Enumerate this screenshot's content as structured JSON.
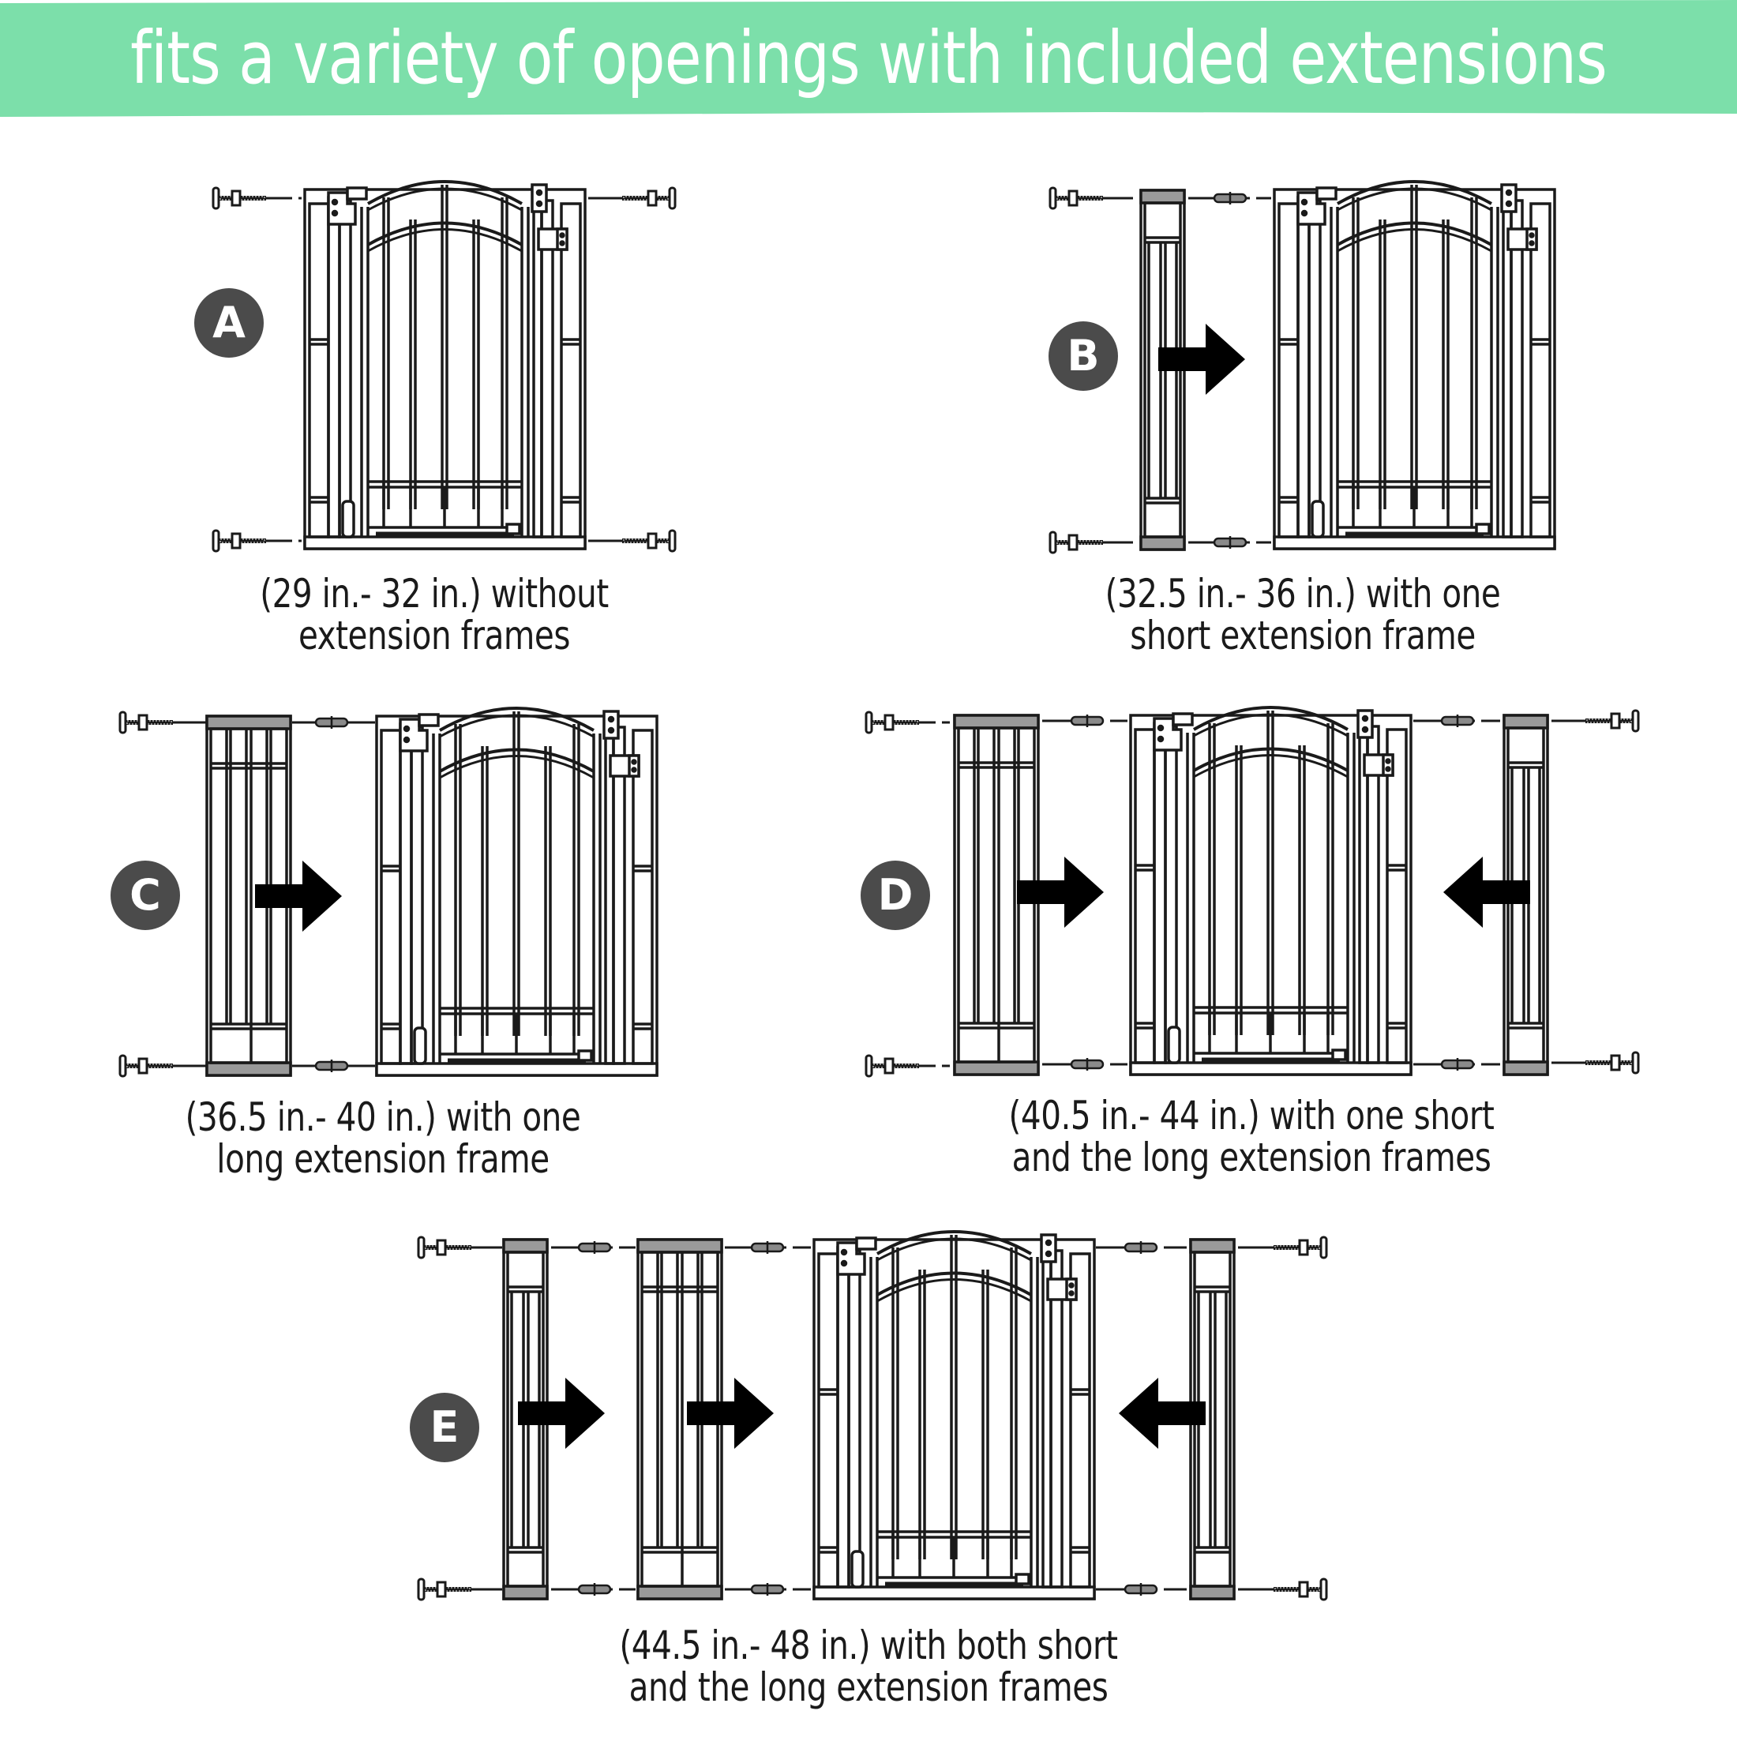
{
  "header": {
    "title": "fits a variety of openings with included extensions",
    "background_color": "#7CDFAA",
    "text_color": "#FFFFFF"
  },
  "configurations": [
    {
      "label": "A",
      "range": "(29 in.- 32 in.)",
      "caption_line1": "(29 in.- 32 in.) without",
      "caption_line2": "extension frames",
      "extensions": []
    },
    {
      "label": "B",
      "range": "(32.5 in.- 36 in.)",
      "caption_line1": "(32.5 in.- 36 in.) with one",
      "caption_line2": "short extension frame",
      "extensions": [
        "short-left"
      ]
    },
    {
      "label": "C",
      "range": "(36.5 in.- 40 in.)",
      "caption_line1": "(36.5 in.- 40 in.) with one",
      "caption_line2": "long extension frame",
      "extensions": [
        "long-left"
      ]
    },
    {
      "label": "D",
      "range": "(40.5 in.- 44 in.)",
      "caption_line1": "(40.5 in.- 44 in.) with one short",
      "caption_line2": "and the long extension frames",
      "extensions": [
        "long-left",
        "short-right"
      ]
    },
    {
      "label": "E",
      "range": "(44.5 in.- 48 in.)",
      "caption_line1": "(44.5 in.- 48 in.) with both short",
      "caption_line2": "and the long extension frames",
      "extensions": [
        "short-left",
        "long-left",
        "short-right"
      ]
    }
  ],
  "colors": {
    "line": "#1a1a1a",
    "extension_cap": "#9a9a9a",
    "badge": "#4b4b4b"
  }
}
